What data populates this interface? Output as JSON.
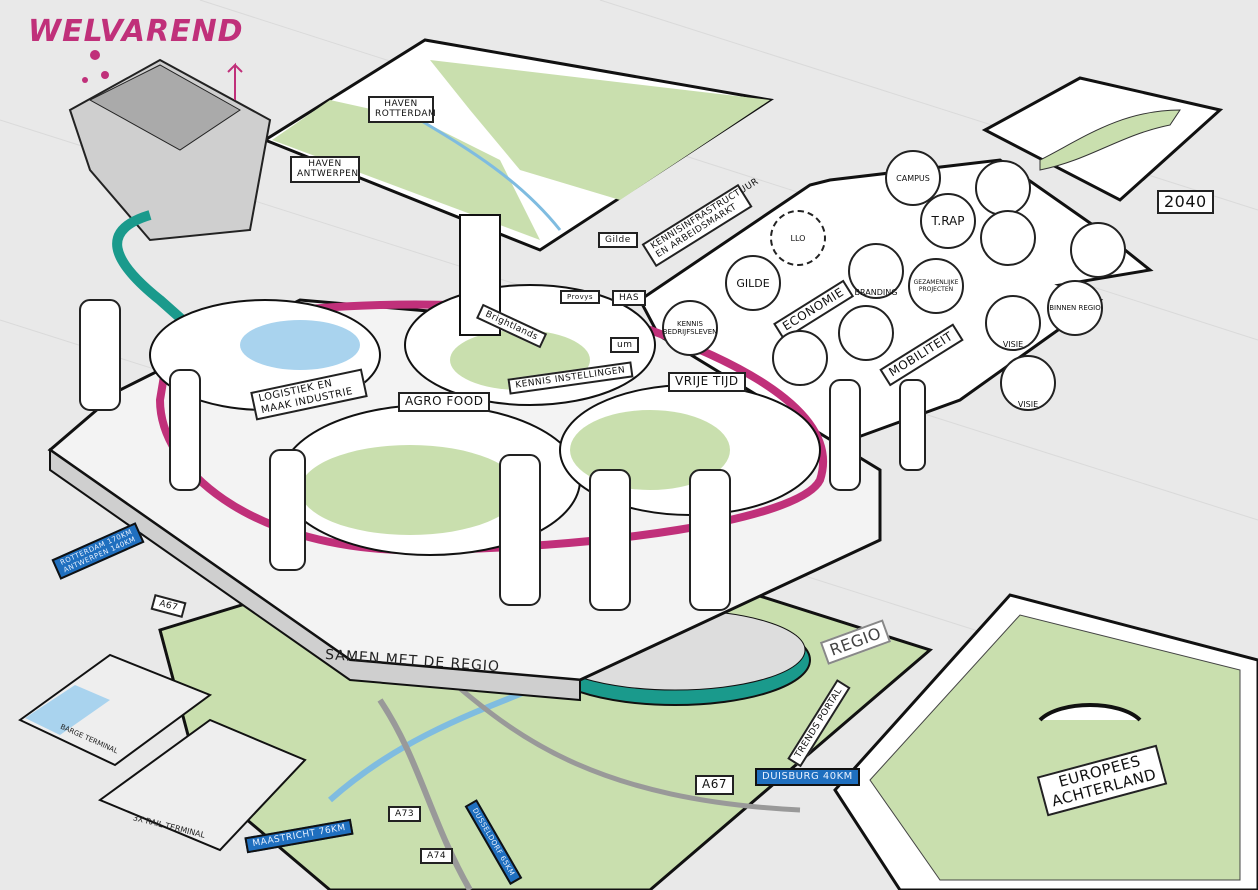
{
  "title": "WELVAREND",
  "colors": {
    "brand": "#c0307a",
    "teal": "#1a9a8c",
    "map_green": "#c9dfae",
    "water": "#a9d3ee",
    "sign_blue": "#1f6fbf"
  },
  "top_map": {
    "labels": [
      "HAVEN ROTTERDAM",
      "HAVEN ANTWERPEN"
    ]
  },
  "year_sign": "2040",
  "arrow": {
    "sections": [
      "KENNISINFRASTRUCTUUR EN ARBEIDSMARKT",
      "ECONOMIE",
      "MOBILITEIT"
    ],
    "icons": [
      "CAMPUS",
      "LLO",
      "GILDE",
      "KENNIS BEDRIJFSLEVEN",
      "T.RAP",
      "BRANDING",
      "GEZAMENLIJKE PROJECTEN",
      "VISIE",
      "BINNEN REGIO",
      "VISIE"
    ]
  },
  "platform": {
    "zones": [
      "LOGISTIEK EN MAAK INDUSTRIE",
      "AGRO FOOD",
      "KENNIS INSTELLINGEN",
      "VRIJE TIJD"
    ],
    "buildings": [
      "Gilde",
      "HAS",
      "UM",
      "Brightlands",
      "Provys"
    ],
    "base_label": "SAMEN MET DE REGIO"
  },
  "terminals": [
    "BARGE TERMINAL",
    "3x RAIL TERMINAL"
  ],
  "road_signs": {
    "rotterdam_antwerpen": [
      "ROTTERDAM 170km",
      "ANTWERPEN 140km"
    ],
    "a67_left": "A67",
    "a67_right": "A67",
    "duisburg": "DUISBURG 40km",
    "maastricht": "MAASTRICHT 76km",
    "a73": "A73",
    "a74": "A74",
    "dusseldorf": "DUSSELDORF 65km"
  },
  "regio": {
    "board": "REGIO",
    "sign": "TRENDS PORTAL"
  },
  "europe": "EUROPEES ACHTERLAND"
}
